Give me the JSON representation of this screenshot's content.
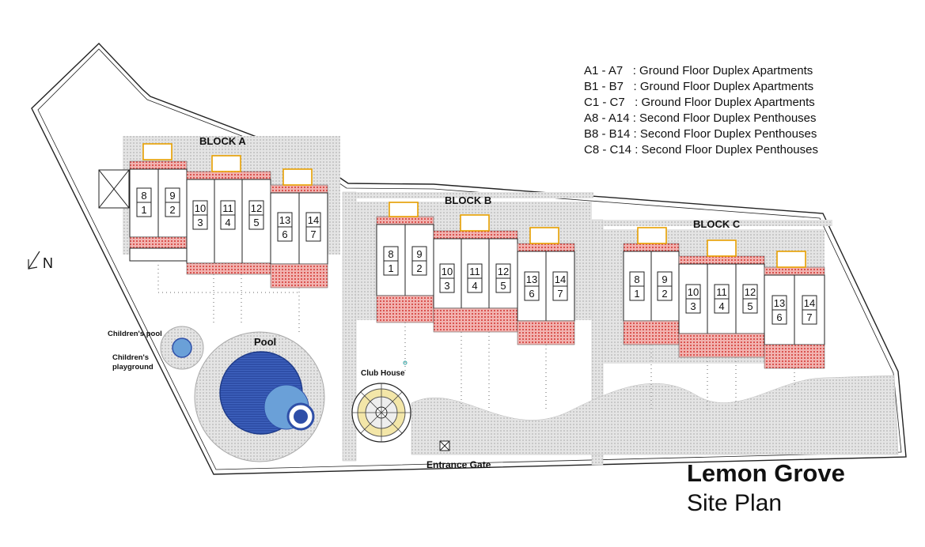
{
  "legend": [
    "A1 - A7   : Ground Floor Duplex Apartments",
    "B1 - B7   : Ground Floor Duplex Apartments",
    "C1 - C7   : Ground Floor Duplex Apartments",
    "A8 - A14 : Second Floor Duplex Penthouses",
    "B8 - B14 : Second Floor Duplex Penthouses",
    "C8 - C14 : Second Floor Duplex Penthouses"
  ],
  "title": {
    "name": "Lemon Grove",
    "subtitle": "Site Plan"
  },
  "labels": {
    "block_a": "BLOCK A",
    "block_b": "BLOCK B",
    "block_c": "BLOCK C",
    "pool": "Pool",
    "childrens_pool": "Children's pool",
    "childrens_playground_1": "Children's",
    "childrens_playground_2": "playground",
    "club_house": "Club House",
    "entrance_gate": "Entrance Gate",
    "north": "N"
  },
  "blocks": [
    {
      "id": "A",
      "units": [
        [
          "8",
          "1"
        ],
        [
          "9",
          "2"
        ],
        [
          "10",
          "3"
        ],
        [
          "11",
          "4"
        ],
        [
          "12",
          "5"
        ],
        [
          "13",
          "6"
        ],
        [
          "14",
          "7"
        ]
      ]
    },
    {
      "id": "B",
      "units": [
        [
          "8",
          "1"
        ],
        [
          "9",
          "2"
        ],
        [
          "10",
          "3"
        ],
        [
          "11",
          "4"
        ],
        [
          "12",
          "5"
        ],
        [
          "13",
          "6"
        ],
        [
          "14",
          "7"
        ]
      ]
    },
    {
      "id": "C",
      "units": [
        [
          "8",
          "1"
        ],
        [
          "9",
          "2"
        ],
        [
          "10",
          "3"
        ],
        [
          "11",
          "4"
        ],
        [
          "12",
          "5"
        ],
        [
          "13",
          "6"
        ],
        [
          "14",
          "7"
        ]
      ]
    }
  ],
  "colors": {
    "pool": "#2f4fa8",
    "pool_light": "#6aa0d8",
    "brick": "#d9534f",
    "stair": "#e8a000",
    "paving": "#d8d8d8"
  }
}
